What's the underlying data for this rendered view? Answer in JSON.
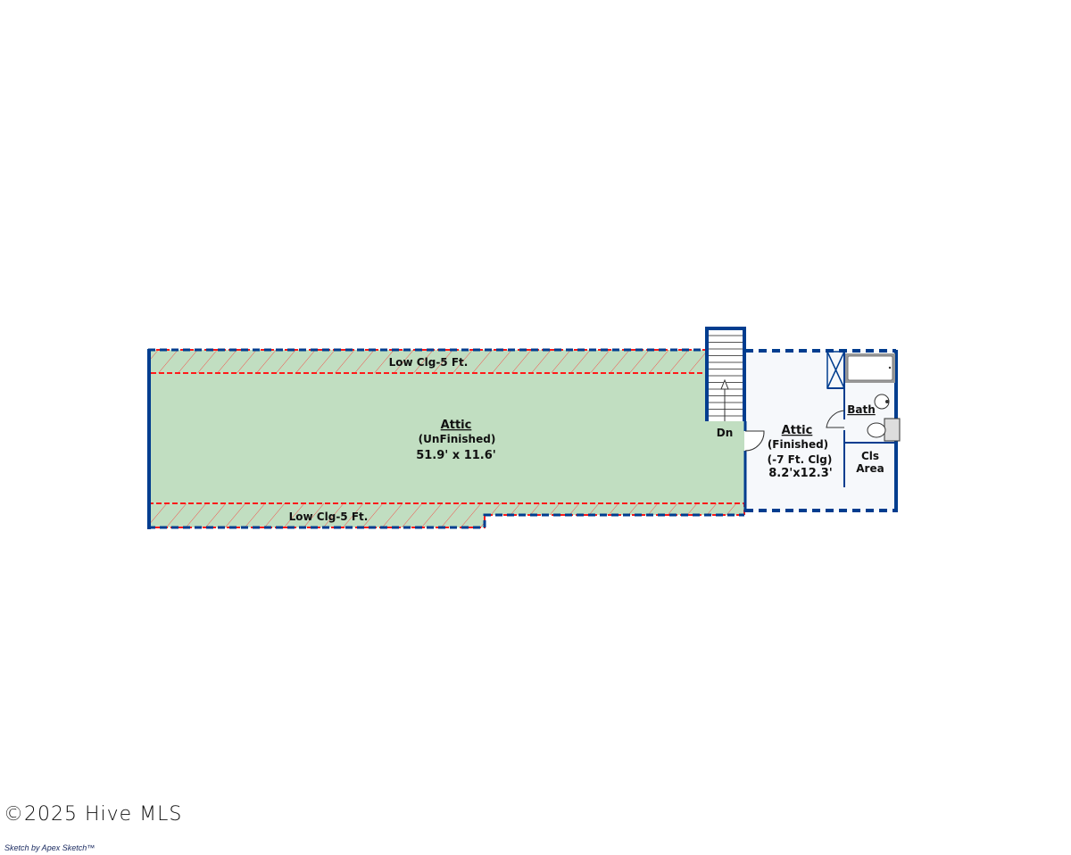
{
  "rooms": {
    "unfinished": {
      "name": "Attic",
      "subtitle": "(UnFinished)",
      "dims": "51.9' x 11.6'"
    },
    "finished": {
      "name": "Attic",
      "subtitle": "(Finished)",
      "ceiling": "(-7 Ft. Clg)",
      "dims": "8.2'x12.3'"
    },
    "bath": {
      "name": "Bath"
    },
    "closet": {
      "line1": "Cls",
      "line2": "Area"
    },
    "low_ceiling_top": "Low Clg-5 Ft.",
    "low_ceiling_bottom": "Low Clg-5 Ft.",
    "stairs": "Dn"
  },
  "colors": {
    "wall": "#003d8f",
    "unfinished_fill": "#c1dec1",
    "finished_fill": "#f6f8fb",
    "hatch": "#ff2020"
  },
  "footer": {
    "copyright": "©2025 Hive MLS",
    "credit": "Sketch by Apex Sketch™"
  }
}
